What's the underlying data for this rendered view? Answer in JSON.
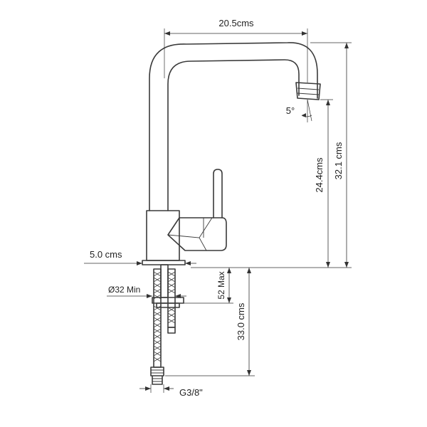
{
  "dimensions": {
    "spout_reach": "20.5cms",
    "spout_angle": "5°",
    "spout_height": "24.4cms",
    "total_height": "32.1 cms",
    "base_diameter": "5.0 cms",
    "hole_diameter": "Ø32 Min",
    "deck_thickness": "52 Max",
    "hose_length": "33.0 cms",
    "thread_size": "G3/8\""
  },
  "colors": {
    "line": "#3a3a3a",
    "background": "#ffffff"
  }
}
